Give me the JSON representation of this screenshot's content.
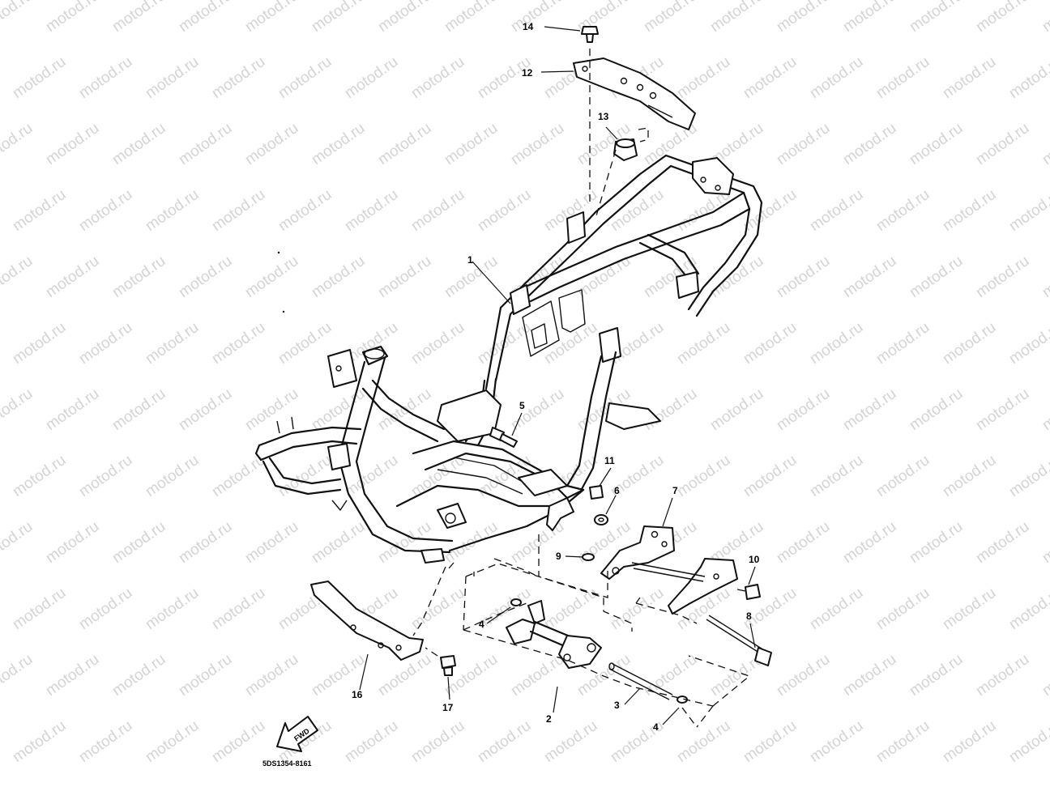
{
  "watermark_text": "motod.ru",
  "diagram_code": "5DS1354-8161",
  "fwd_label": "FWD",
  "callouts": [
    {
      "id": "c1",
      "label": "1"
    },
    {
      "id": "c2",
      "label": "2"
    },
    {
      "id": "c3",
      "label": "3"
    },
    {
      "id": "c4a",
      "label": "4"
    },
    {
      "id": "c4b",
      "label": "4"
    },
    {
      "id": "c5",
      "label": "5"
    },
    {
      "id": "c6",
      "label": "6"
    },
    {
      "id": "c7",
      "label": "7"
    },
    {
      "id": "c8",
      "label": "8"
    },
    {
      "id": "c9",
      "label": "9"
    },
    {
      "id": "c10",
      "label": "10"
    },
    {
      "id": "c11",
      "label": "11"
    },
    {
      "id": "c12",
      "label": "12"
    },
    {
      "id": "c13",
      "label": "13"
    },
    {
      "id": "c14",
      "label": "14"
    },
    {
      "id": "c16",
      "label": "16"
    },
    {
      "id": "c17",
      "label": "17"
    }
  ]
}
